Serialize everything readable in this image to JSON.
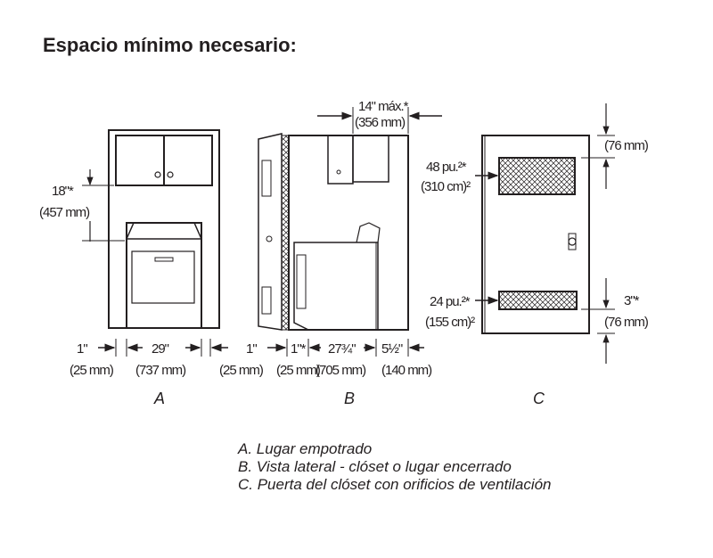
{
  "title": "Espacio mínimo necesario:",
  "diagram_a": {
    "label": "A",
    "top_dim": "18\"*",
    "top_dim_mm": "(457 mm)",
    "left_dim": "1\"",
    "left_dim_mm": "(25 mm)",
    "width_dim": "29\"",
    "width_dim_mm": "(737 mm)"
  },
  "diagram_b": {
    "label": "B",
    "top_dim": "14\" máx.*",
    "top_dim_mm": "(356 mm)",
    "back_dim": "1\"",
    "back_dim_mm": "(25 mm)",
    "gap_dim": "1\"*",
    "gap_dim_mm": "(25 mm)",
    "depth_dim": "27¾\"",
    "depth_dim_mm": "(705 mm)",
    "front_dim": "5½\"",
    "front_dim_mm": "(140 mm)"
  },
  "diagram_c": {
    "label": "C",
    "top_vent": "48 pu.²*",
    "top_vent_cm": "(310 cm)²",
    "bottom_vent": "24 pu.²*",
    "bottom_vent_cm": "(155 cm)²",
    "top_margin_mm": "(76 mm)",
    "bottom_margin": "3\"*",
    "bottom_margin_mm": "(76 mm)"
  },
  "legend": [
    "A. Lugar empotrado",
    "B. Vista lateral - clóset o lugar encerrado",
    "C. Puerta del clóset con orificios de ventilación"
  ]
}
